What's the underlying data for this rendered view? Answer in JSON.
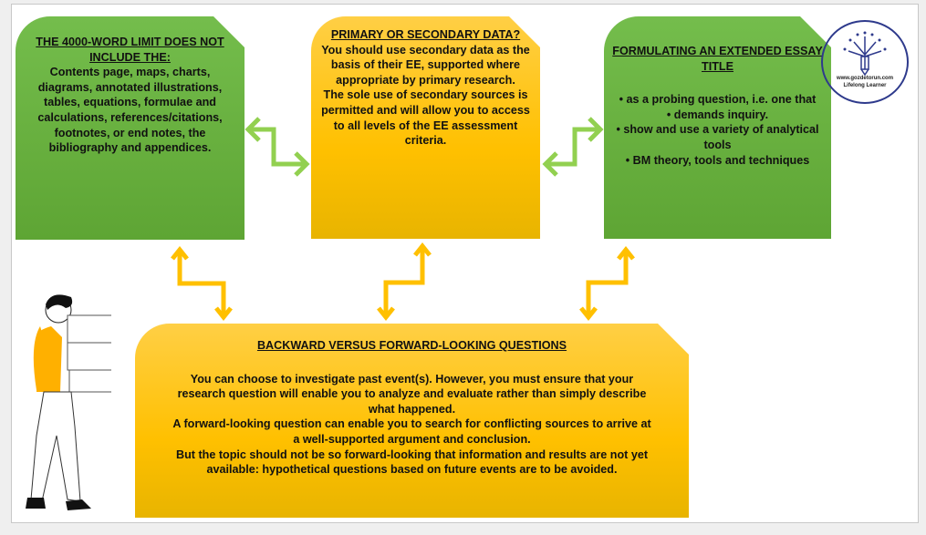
{
  "boxes": {
    "word_limit": {
      "title": "THE 4000-WORD LIMIT DOES NOT INCLUDE THE:",
      "body": "Contents page, maps, charts, diagrams, annotated illustrations, tables, equations, formulae and calculations, references/citations, footnotes, or end notes, the bibliography and appendices."
    },
    "data": {
      "title": "PRIMARY OR SECONDARY DATA?",
      "body1": "You should use secondary data as the basis of their EE, supported where appropriate by primary research.",
      "body2": "The sole use of secondary sources is permitted and will allow you to access to all levels of the EE assessment criteria."
    },
    "title": {
      "title": "FORMULATING AN EXTENDED ESSAY TITLE",
      "bullets": [
        "as a probing question, i.e. one that",
        "demands inquiry.",
        "show and use a variety of analytical tools",
        "BM theory, tools and techniques"
      ]
    },
    "questions": {
      "title": "BACKWARD VERSUS FORWARD-LOOKING QUESTIONS",
      "p1": "You can choose to investigate past event(s). However, you must ensure that your research question will enable you to analyze and evaluate rather than simply describe what happened.",
      "p2": "A forward-looking question can enable you to search for conflicting sources to arrive at a well-supported argument and conclusion.",
      "p3": "But the topic should not be so forward-looking that information and results are not yet available: hypothetical questions based on future events are to be avoided."
    }
  },
  "logo": {
    "url": "www.gozdetorun.com",
    "tagline": "Lifelong Learner"
  },
  "colors": {
    "green": "#6ab23f",
    "yellow": "#ffc000",
    "logo": "#2e3a8c"
  }
}
